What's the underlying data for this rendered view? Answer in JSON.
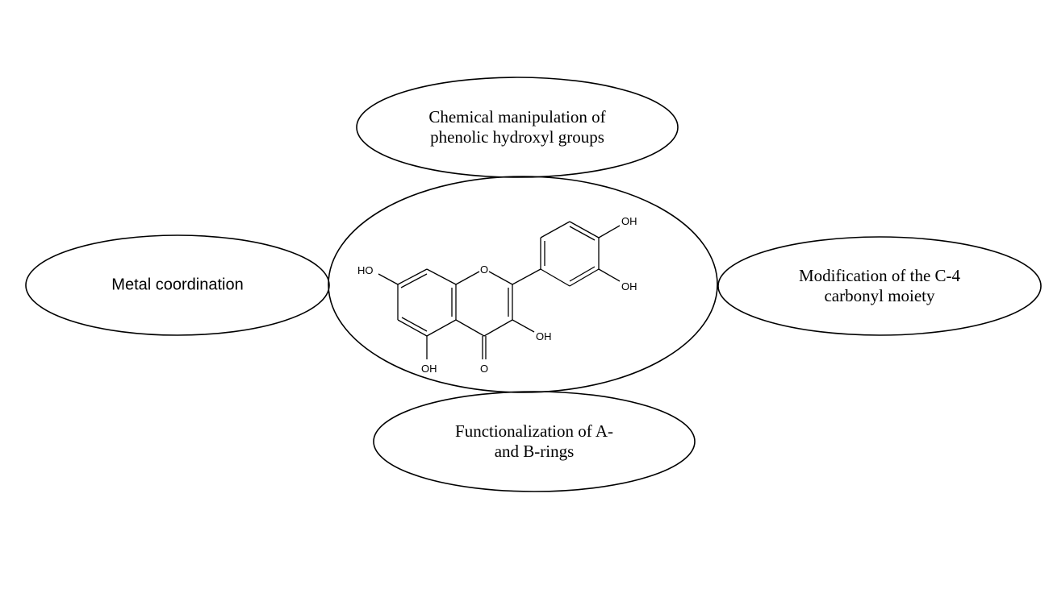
{
  "nodes": {
    "top": {
      "line1": "Chemical manipulation of",
      "line2": "phenolic hydroxyl groups"
    },
    "left": {
      "text": "Metal coordination"
    },
    "right": {
      "line1": "Modification of the C-4",
      "line2": "carbonyl moiety"
    },
    "bottom": {
      "line1": "Functionalization of A-",
      "line2": "and B-rings"
    }
  },
  "molecule": {
    "atoms": {
      "oh7": "HO",
      "o1": "O",
      "oh4p": "OH",
      "oh3p": "OH",
      "oh3": "OH",
      "oh5": "OH",
      "o4": "O"
    }
  }
}
